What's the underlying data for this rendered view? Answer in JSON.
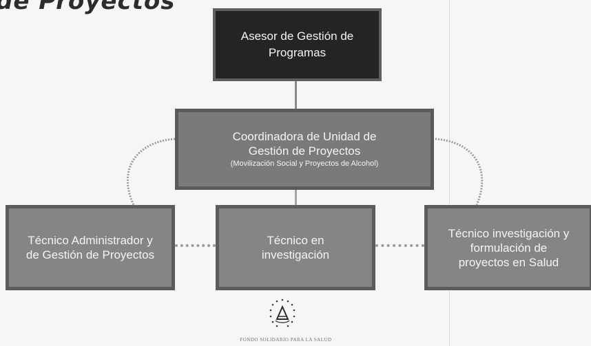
{
  "heading": {
    "text": "de Proyectos"
  },
  "org_chart": {
    "top": {
      "line1": "Asesor de Gestión de",
      "line2": "Programas"
    },
    "middle": {
      "line1": "Coordinadora de Unidad de",
      "line2": "Gestión de Proyectos",
      "line3": "(Movilización Social y Proyectos de Alcohol)"
    },
    "lower": [
      {
        "line1": "Técnico Administrador y",
        "line2": "de Gestión de Proyectos",
        "line3": ""
      },
      {
        "line1": "Técnico en",
        "line2": "investigación",
        "line3": ""
      },
      {
        "line1": "Técnico investigación y",
        "line2": "formulación de",
        "line3": "proyectos en Salud"
      }
    ]
  },
  "footer": {
    "text": "FONDO SOLIDARIO PARA LA SALUD"
  },
  "colors": {
    "top_box": "#242424",
    "mid_box": "#7a7a7a",
    "low_box": "#858585",
    "background": "#f6f6f4"
  }
}
